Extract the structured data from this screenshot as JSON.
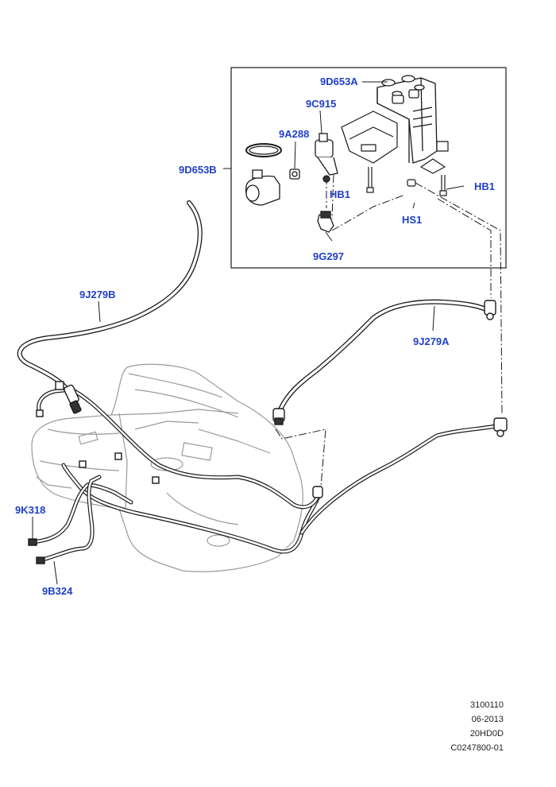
{
  "diagram": {
    "callouts": {
      "part_9D653A": "9D653A",
      "part_9C915": "9C915",
      "part_9A288": "9A288",
      "part_9D653B": "9D653B",
      "part_HB1_left": "HB1",
      "part_HB1_right": "HB1",
      "part_HS1": "HS1",
      "part_9G297": "9G297",
      "part_9J279B": "9J279B",
      "part_9J279A": "9J279A",
      "part_9K318": "9K318",
      "part_9B324": "9B324"
    },
    "label_color": "#1f3fc9",
    "line_color": "#1a1a1a",
    "tank_outline_color": "#9a9a9a"
  },
  "footer": {
    "line1": "3100110",
    "line2": "06-2013",
    "line3": "20HD0D",
    "line4": "C0247800-01"
  }
}
